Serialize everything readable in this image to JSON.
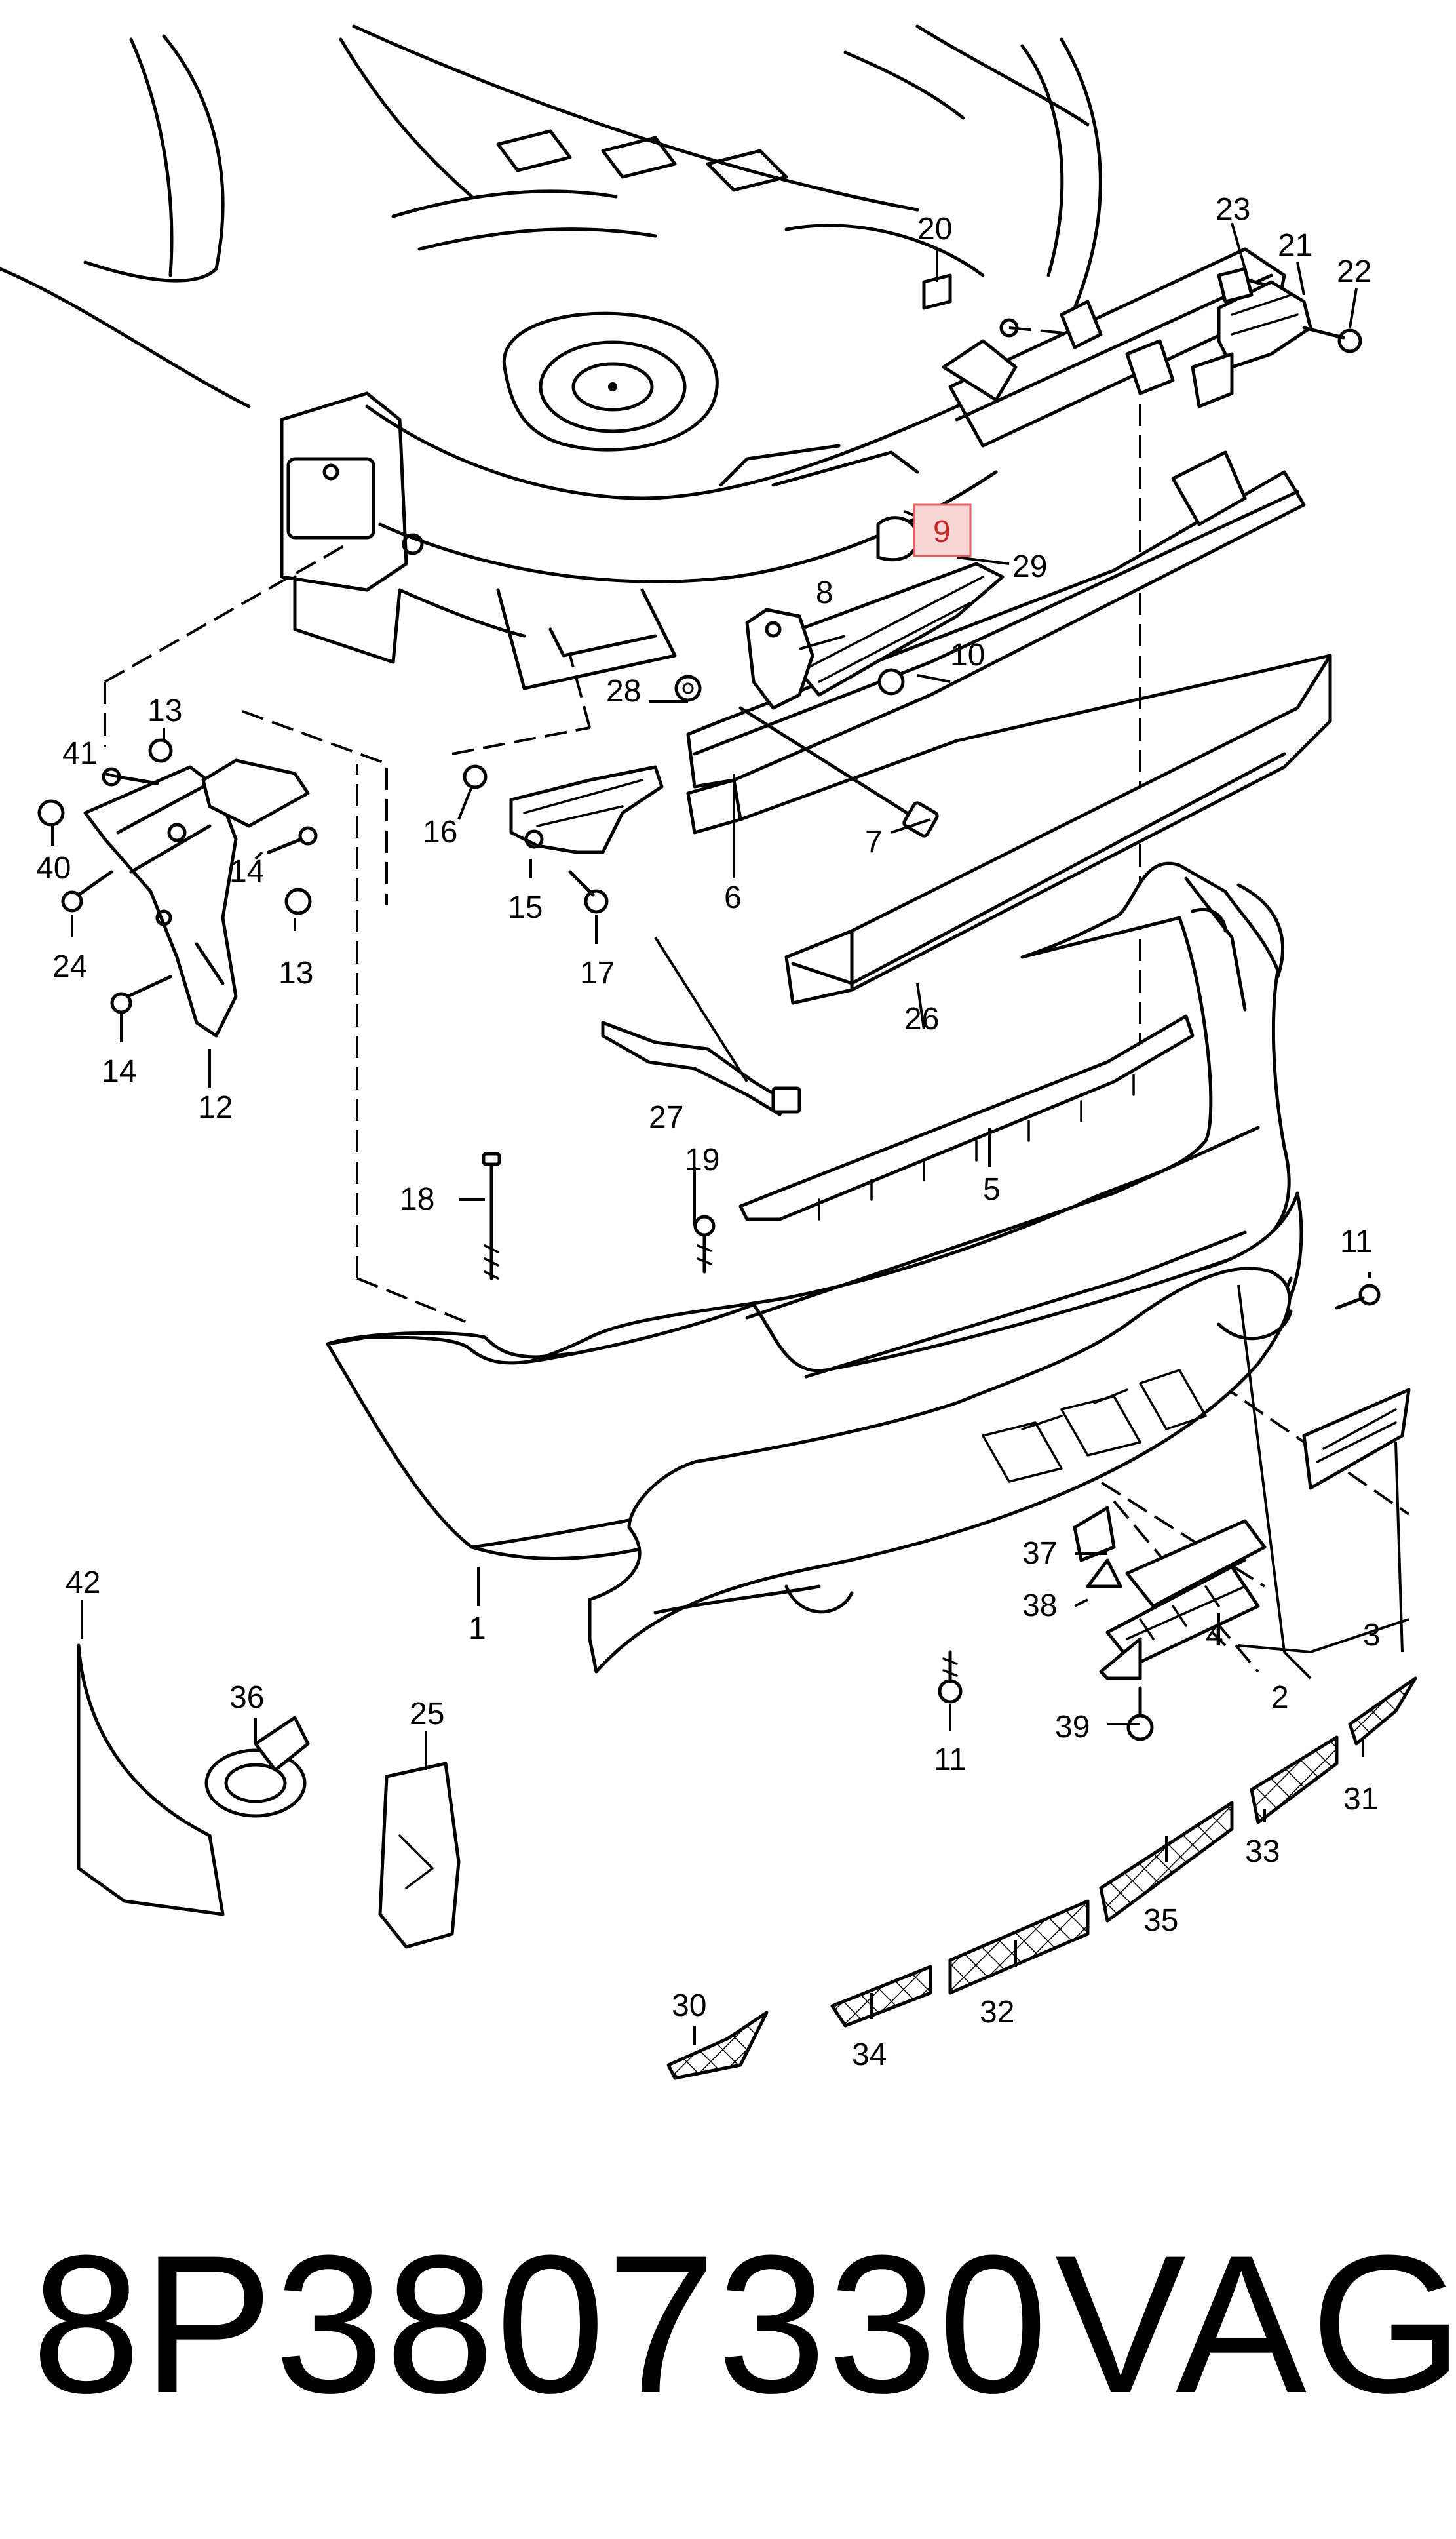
{
  "footer": {
    "part_number": "8P3807330",
    "brand": "VAG"
  },
  "highlighted_callout": "9",
  "callouts": {
    "c1": "1",
    "c2": "2",
    "c3": "3",
    "c4": "4",
    "c5": "5",
    "c6": "6",
    "c7": "7",
    "c8": "8",
    "c9": "9",
    "c10": "10",
    "c11a": "11",
    "c11b": "11",
    "c12": "12",
    "c13a": "13",
    "c13b": "13",
    "c14a": "14",
    "c14b": "14",
    "c15": "15",
    "c16": "16",
    "c17": "17",
    "c18": "18",
    "c19": "19",
    "c20": "20",
    "c21": "21",
    "c22": "22",
    "c23": "23",
    "c24": "24",
    "c25": "25",
    "c26": "26",
    "c27": "27",
    "c28": "28",
    "c29": "29",
    "c30": "30",
    "c31": "31",
    "c32": "32",
    "c33": "33",
    "c34": "34",
    "c35": "35",
    "c36": "36",
    "c37": "37",
    "c38": "38",
    "c39": "39",
    "c40": "40",
    "c41": "41",
    "c42": "42"
  },
  "colors": {
    "line": "#000000",
    "highlight_fill": "#f9d6d6",
    "highlight_stroke": "#e06262",
    "highlight_text": "#c62828",
    "background": "#ffffff"
  }
}
